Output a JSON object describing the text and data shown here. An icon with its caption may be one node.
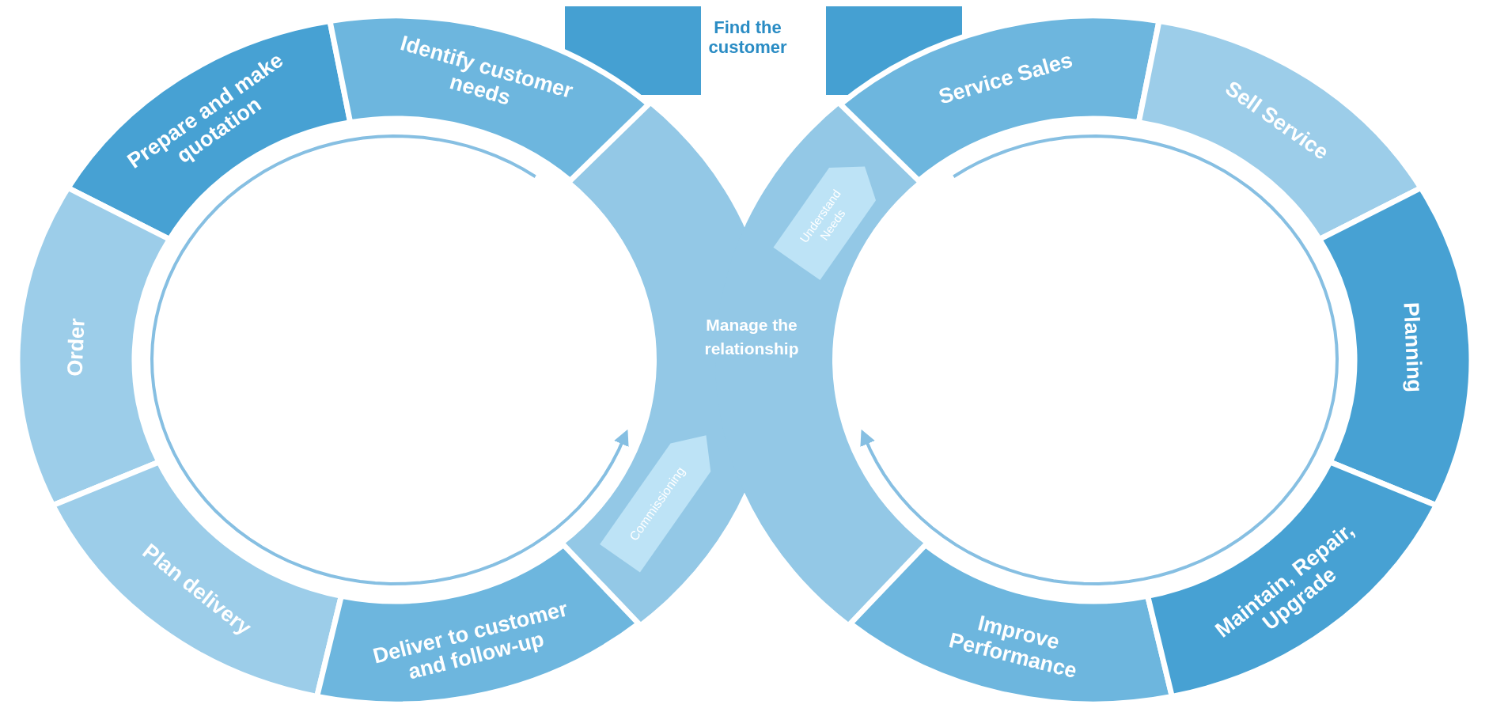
{
  "diagram": {
    "nodes": [
      {
        "text": [
          "Prepare and make quotation"
        ]
      },
      {
        "text": [
          "Identify customer needs"
        ]
      },
      {
        "text": [],
        "shape": "box"
      },
      {
        "text": [],
        "shape": "box"
      },
      {
        "text": [
          "Service Sales"
        ]
      },
      {
        "text": [
          "Sell Service"
        ]
      },
      {
        "text": [
          "Understand Needs"
        ]
      },
      {
        "text": [
          "Order"
        ]
      },
      {
        "text": [
          "Planning"
        ]
      },
      {
        "text": [
          "Commissioning"
        ]
      },
      {
        "text": [
          "Plan delivery"
        ]
      },
      {
        "text": [
          "Deliver to customer and follow-up"
        ]
      },
      {
        "text": [
          "Improve Performance"
        ]
      },
      {
        "text": [
          "Maintain, Repair, Upgrade"
        ]
      }
    ],
    "labels": [
      "Find the customer",
      "Manage the relationship"
    ]
  }
}
